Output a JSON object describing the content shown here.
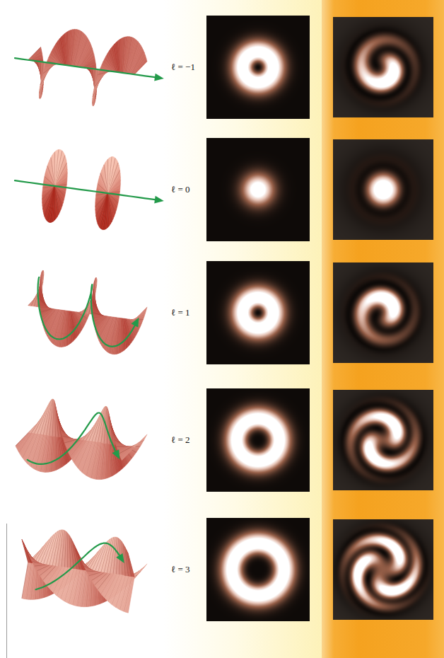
{
  "diagram": {
    "labels": [
      "ℓ = −1",
      "ℓ = 0",
      "ℓ = 1",
      "ℓ = 2",
      "ℓ = 3"
    ]
  }
}
